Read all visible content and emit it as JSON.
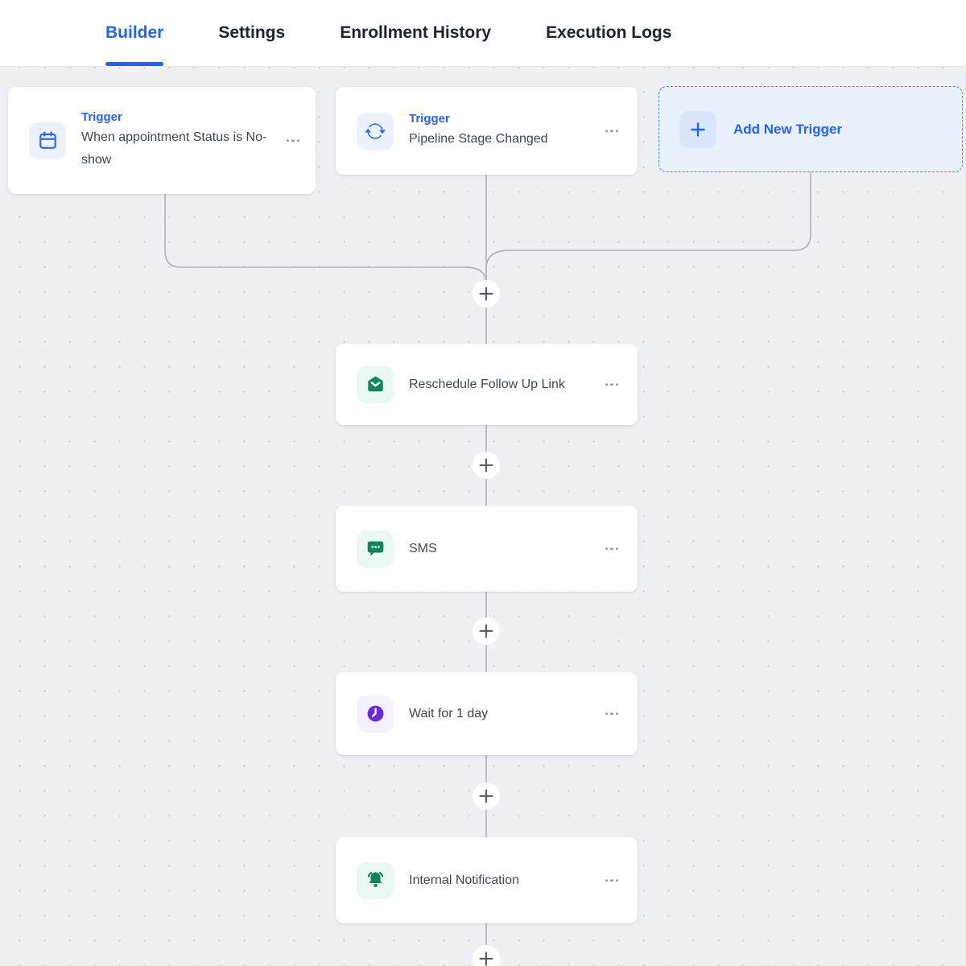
{
  "header": {
    "tabs": [
      {
        "label": "Builder",
        "active": true
      },
      {
        "label": "Settings",
        "active": false
      },
      {
        "label": "Enrollment History",
        "active": false
      },
      {
        "label": "Execution Logs",
        "active": false
      }
    ]
  },
  "canvas": {
    "triggers": [
      {
        "title": "Trigger",
        "description": "When appointment Status is No-show",
        "icon": "calendar-icon"
      },
      {
        "title": "Trigger",
        "description": "Pipeline Stage Changed",
        "icon": "sync-icon"
      }
    ],
    "add_trigger": {
      "label": "Add New Trigger",
      "icon": "plus-icon"
    },
    "actions": [
      {
        "label": "Reschedule Follow Up Link",
        "icon": "envelope-icon",
        "theme": "green"
      },
      {
        "label": "SMS",
        "icon": "sms-icon",
        "theme": "green"
      },
      {
        "label": "Wait for 1 day",
        "icon": "clock-icon",
        "theme": "purple"
      },
      {
        "label": "Internal Notification",
        "icon": "bell-icon",
        "theme": "green"
      }
    ]
  },
  "colors": {
    "accent_blue": "#2563eb",
    "icon_blue": "#2e6bf0",
    "icon_green": "#12845e",
    "icon_purple": "#6d28d9",
    "canvas_bg": "#eef0f3",
    "connector": "#a9afb8",
    "plus_node": "#4d545d"
  }
}
